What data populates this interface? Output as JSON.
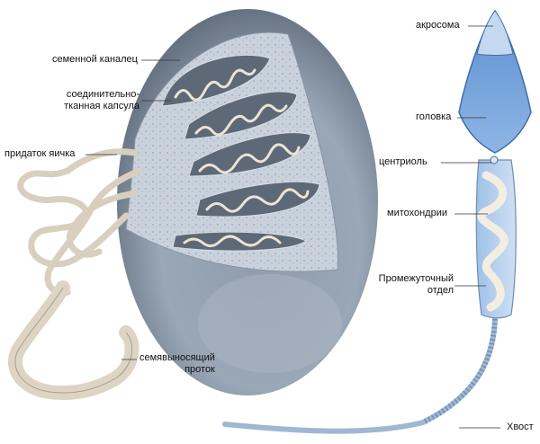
{
  "testis_labels": {
    "seminiferous_tubule": "семенной каналец",
    "capsule_line1": "соединительно-",
    "capsule_line2": "тканная капсула",
    "epididymis": "придаток яичка",
    "vas_deferens_line1": "семявыносящий",
    "vas_deferens_line2": "проток"
  },
  "sperm_labels": {
    "acrosome": "акросома",
    "head": "головка",
    "centriole": "центриоль",
    "mitochondria": "митохондрии",
    "midpiece_line1": "Промежуточный",
    "midpiece_line2": "отдел",
    "tail": "Хвост"
  }
}
